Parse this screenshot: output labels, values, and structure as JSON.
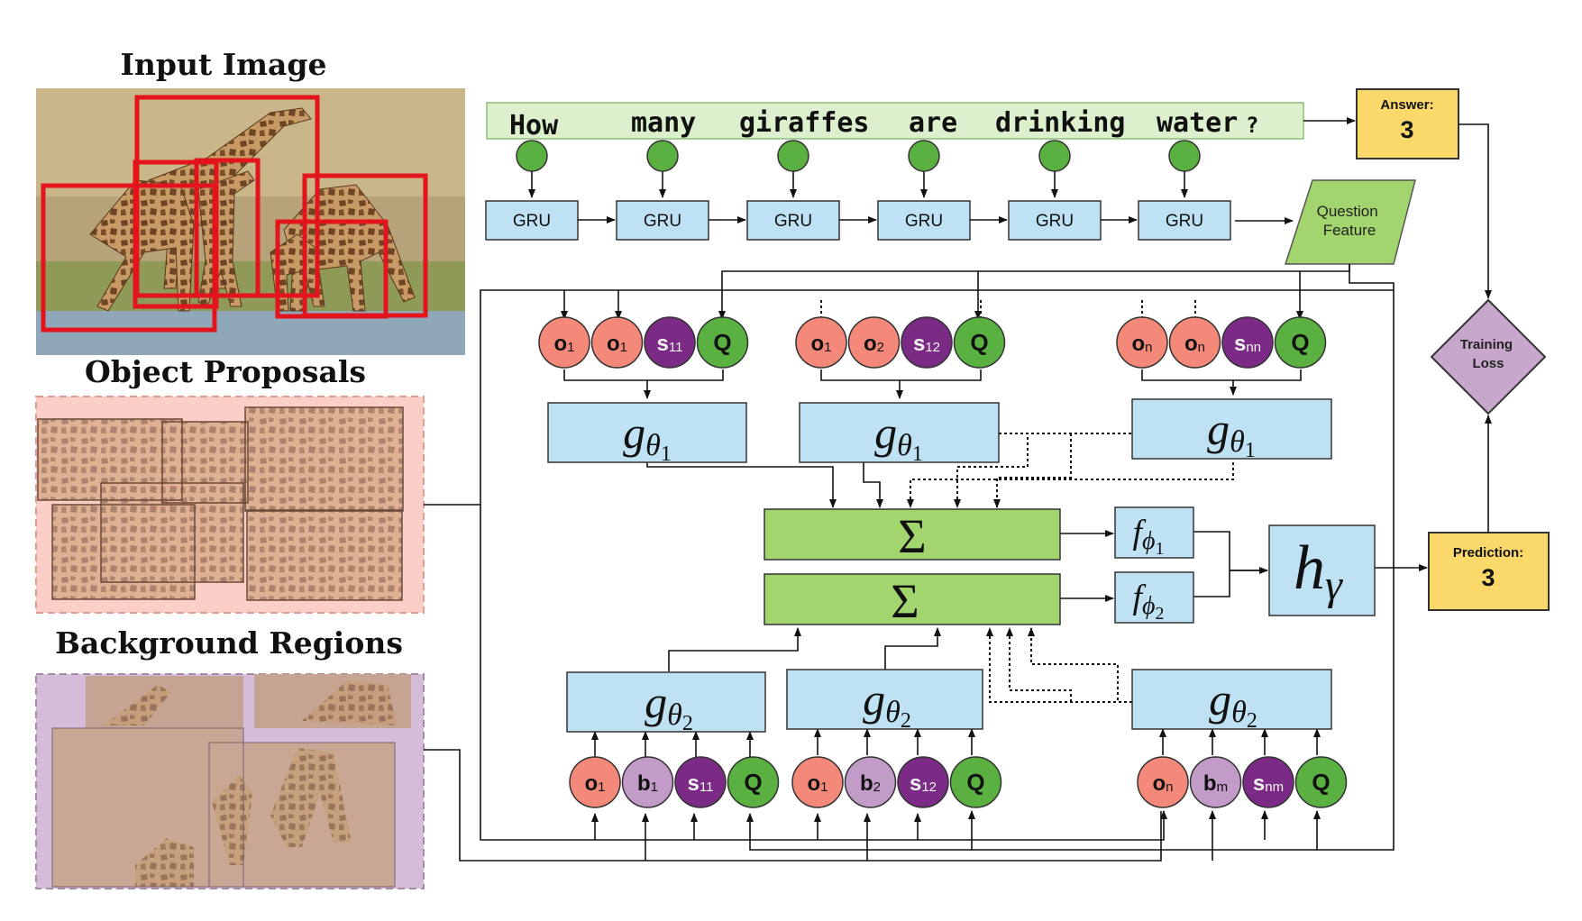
{
  "panels": {
    "input_image": "Input Image",
    "object_proposals": "Object Proposals",
    "background_regions": "Background Regions"
  },
  "question": {
    "words": [
      "How",
      "many",
      "giraffes",
      "are",
      "drinking",
      "water"
    ],
    "mark": "?"
  },
  "gru_label": "GRU",
  "question_feature": [
    "Question",
    "Feature"
  ],
  "answer": {
    "label": "Answer:",
    "value": "3"
  },
  "prediction": {
    "label": "Prediction:",
    "value": "3"
  },
  "training_loss": [
    "Training",
    "Loss"
  ],
  "g_theta1": {
    "base": "g",
    "sub": "θ",
    "subsub": "1"
  },
  "g_theta2": {
    "base": "g",
    "sub": "θ",
    "subsub": "2"
  },
  "f_phi1": {
    "base": "f",
    "sub": "ϕ",
    "subsub": "1"
  },
  "f_phi2": {
    "base": "f",
    "sub": "ϕ",
    "subsub": "2"
  },
  "h_gamma": {
    "base": "h",
    "sub": "γ"
  },
  "sum_symbol": "Σ",
  "top_groups": [
    [
      {
        "t": "o",
        "s": "1"
      },
      {
        "t": "o",
        "s": "1"
      },
      {
        "t": "s",
        "s": "11"
      },
      {
        "t": "Q",
        "s": ""
      }
    ],
    [
      {
        "t": "o",
        "s": "1"
      },
      {
        "t": "o",
        "s": "2"
      },
      {
        "t": "s",
        "s": "12"
      },
      {
        "t": "Q",
        "s": ""
      }
    ],
    [
      {
        "t": "o",
        "s": "n"
      },
      {
        "t": "o",
        "s": "n"
      },
      {
        "t": "s",
        "s": "nn"
      },
      {
        "t": "Q",
        "s": ""
      }
    ]
  ],
  "bottom_groups": [
    [
      {
        "t": "o",
        "s": "1"
      },
      {
        "t": "b",
        "s": "1"
      },
      {
        "t": "s",
        "s": "11"
      },
      {
        "t": "Q",
        "s": ""
      }
    ],
    [
      {
        "t": "o",
        "s": "1"
      },
      {
        "t": "b",
        "s": "2"
      },
      {
        "t": "s",
        "s": "12"
      },
      {
        "t": "Q",
        "s": ""
      }
    ],
    [
      {
        "t": "o",
        "s": "n"
      },
      {
        "t": "b",
        "s": "m"
      },
      {
        "t": "s",
        "s": "nm"
      },
      {
        "t": "Q",
        "s": ""
      }
    ]
  ],
  "colors": {
    "object_node": "#f4897a",
    "background_node": "#c39bc8",
    "relation_node": "#7b2a86",
    "question_node": "#5ab040",
    "blue_box": "#bfe1f4",
    "green_box": "#a2d56d",
    "yellow_box": "#fbd86a",
    "diamond": "#c8a7cc",
    "sentence_bar": "#dcf0cd",
    "red_box": "#e3141c"
  }
}
